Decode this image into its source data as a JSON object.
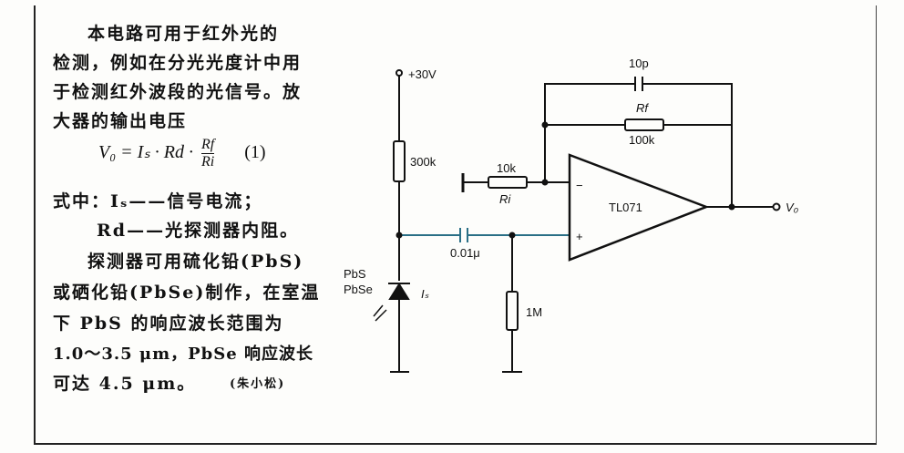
{
  "text": {
    "lines": [
      "本电路可用于红外光的",
      "检测，例如在分光光度计中用",
      "于检测红外波段的光信号。放",
      "大器的输出电压",
      "式中：Iₛ——信号电流；",
      "Rd——光探测器内阻。",
      "探测器可用硫化铅(PbS)",
      "或硒化铅(PbSe)制作，在室温",
      "下 PbS 的响应波长范围为",
      "1.0～3.5 μm，PbSe 响应波长",
      "可达 4.5 μm。"
    ],
    "formula": {
      "lhs": "V₀ = Iₛ · Rd ·",
      "num": "Rf",
      "den": "Ri",
      "number": "(1)"
    },
    "author": "(朱小松)"
  },
  "circuit": {
    "supply": "+30V",
    "r_bias": "300k",
    "r_in_value": "10k",
    "r_in_name": "Ri",
    "c_feedback": "10p",
    "r_feedback_name": "Rf",
    "r_feedback_value": "100k",
    "opamp": "TL071",
    "minus": "−",
    "plus": "+",
    "c_coupling": "0.01μ",
    "r_load": "1M",
    "detector_label_1": "PbS",
    "detector_label_2": "PbSe",
    "current": "Iₛ",
    "output": "V₀"
  },
  "colors": {
    "ink": "#111111",
    "signal_wire": "#2a6f86"
  }
}
